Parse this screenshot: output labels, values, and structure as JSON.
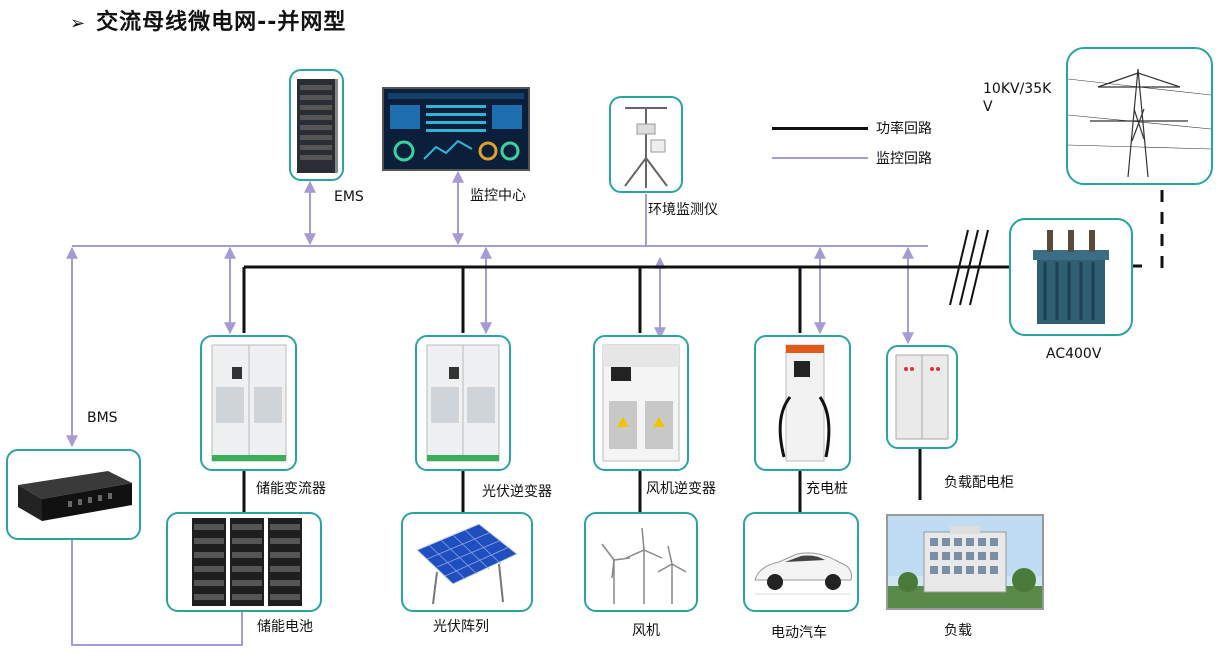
{
  "title": "交流母线微电网--并网型",
  "title_marker": "➢",
  "colors": {
    "power": "#111111",
    "monitor": "#a89ad4",
    "border": "#2aa3a3"
  },
  "legend": {
    "power": "功率回路",
    "monitor": "监控回路"
  },
  "grid_voltage": "10KV/35KV",
  "labels": {
    "ems": "EMS",
    "monitor_center": "监控中心",
    "env_monitor": "环境监测仪",
    "bms": "BMS",
    "pcs": "储能变流器",
    "pv_inverter": "光伏逆变器",
    "wind_inverter": "风机逆变器",
    "charger": "充电桩",
    "load_cabinet": "负载配电柜",
    "ac400v": "AC400V",
    "battery": "储能电池",
    "pv_array": "光伏阵列",
    "wind": "风机",
    "ev": "电动汽车",
    "load": "负载"
  }
}
